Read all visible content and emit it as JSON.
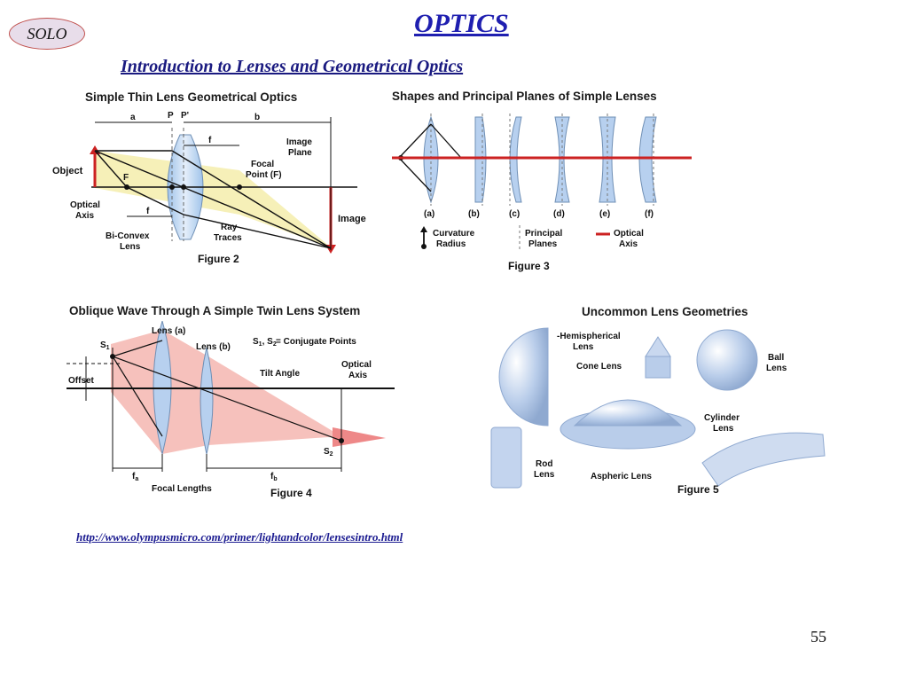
{
  "header": {
    "badge": "SOLO",
    "title": "OPTICS",
    "subtitle": "Introduction to Lenses and Geometrical Optics"
  },
  "fig2": {
    "title": "Simple Thin Lens Geometrical Optics",
    "caption": "Figure 2",
    "labels": {
      "a": "a",
      "p": "P",
      "pprime": "P'",
      "b": "b",
      "f": "f",
      "image_plane_1": "Image",
      "image_plane_2": "Plane",
      "focal_point_1": "Focal",
      "focal_point_2": "Point (F)",
      "object": "Object",
      "F": "F",
      "optical_axis_1": "Optical",
      "optical_axis_2": "Axis",
      "image": "Image",
      "biconvex_1": "Bi-Convex",
      "biconvex_2": "Lens",
      "ray_1": "Ray",
      "ray_2": "Traces"
    }
  },
  "fig3": {
    "title": "Shapes and Principal Planes of Simple Lenses",
    "caption": "Figure 3",
    "lens_letters": [
      "(a)",
      "(b)",
      "(c)",
      "(d)",
      "(e)",
      "(f)"
    ],
    "legend": {
      "curvature_1": "Curvature",
      "curvature_2": "Radius",
      "principal_1": "Principal",
      "principal_2": "Planes",
      "optical_1": "Optical",
      "optical_2": "Axis"
    }
  },
  "fig4": {
    "title": "Oblique Wave Through A Simple Twin Lens System",
    "caption": "Figure 4",
    "labels": {
      "lens_a": "Lens (a)",
      "lens_b": "Lens (b)",
      "conjugate": "= Conjugate Points",
      "s1": "S",
      "s1_sub": "1",
      "s2": "S",
      "s2_sub": "2",
      "tilt": "Tilt Angle",
      "optical_axis_1": "Optical",
      "optical_axis_2": "Axis",
      "offset": "Offset",
      "fa": "f",
      "fa_sub": "a",
      "fb": "f",
      "fb_sub": "b",
      "focal_lengths": "Focal Lengths"
    }
  },
  "fig5": {
    "title": "Uncommon Lens Geometries",
    "caption": "Figure 5",
    "labels": {
      "hemi_1": "-Hemispherical",
      "hemi_2": "Lens",
      "cone": "Cone Lens",
      "ball_1": "Ball",
      "ball_2": "Lens",
      "cyl_1": "Cylinder",
      "cyl_2": "Lens",
      "rod_1": "Rod",
      "rod_2": "Lens",
      "aspheric": "Aspheric Lens"
    }
  },
  "footer": {
    "url": "http://www.olympusmicro.com/primer/lightandcolor/lensesintro.html",
    "page_number": "55"
  }
}
